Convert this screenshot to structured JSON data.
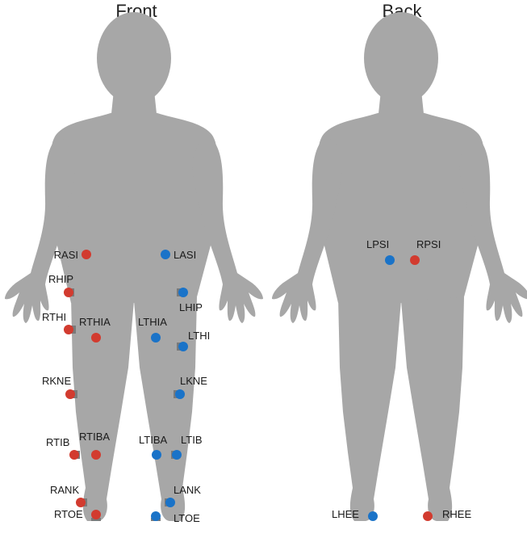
{
  "views": {
    "front": {
      "title": "Front"
    },
    "back": {
      "title": "Back"
    }
  },
  "colors": {
    "body": "#a7a7a7",
    "right_marker": "#d23b2f",
    "left_marker": "#1a73c8",
    "tab": "#7a7a7a"
  },
  "markers": {
    "rasi": "RASI",
    "lasi": "LASI",
    "rhip": "RHIP",
    "lhip": "LHIP",
    "rthi": "RTHI",
    "rthia": "RTHIA",
    "lthia": "LTHIA",
    "lthi": "LTHI",
    "rkne": "RKNE",
    "lkne": "LKNE",
    "rtib": "RTIB",
    "rtiba": "RTIBA",
    "ltiba": "LTIBA",
    "ltib": "LTIB",
    "rank": "RANK",
    "lank": "LANK",
    "rtoe": "RTOE",
    "ltoe": "LTOE",
    "lpsi": "LPSI",
    "rpsi": "RPSI",
    "lhee": "LHEE",
    "rhee": "RHEE"
  }
}
